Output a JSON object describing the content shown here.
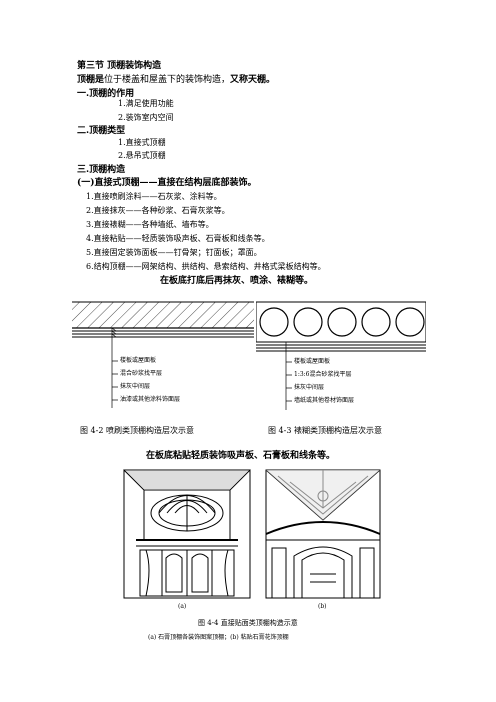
{
  "section_title": "第三节  顶棚装饰构造",
  "definition": {
    "term": "顶棚是",
    "text": "位于楼盖和屋盖下的装饰构造，",
    "alias": "又称天棚。"
  },
  "part1": {
    "heading": "一.顶棚的作用",
    "items": [
      "1.满足使用功能",
      "2.装饰室内空间"
    ]
  },
  "part2": {
    "heading": "二.顶棚类型",
    "items": [
      "1.直接式顶棚",
      "2.悬吊式顶棚"
    ]
  },
  "part3": {
    "heading": "三.顶棚构造",
    "sub_heading": "(一)直接式顶棚——直接在结构层底部装饰。",
    "items": [
      "1.直接喷刷涂料——石灰浆、涂料等。",
      "2.直接抹灰——各种砂浆、石膏灰浆等。",
      "3.直接裱糊——各种墙纸、墙布等。",
      "4.直接粘贴——轻质装饰吸声板、石膏板和线条等。",
      "5.直接固定装饰面板——钉骨架；钉面板；罩面。",
      "6.结构顶棚——网架结构、拱结构、悬索结构、井格式梁板结构等。"
    ],
    "note1": "在板底打底后再抹灰、喷涂、裱糊等。",
    "note2": "在板底粘贴轻质装饰吸声板、石膏板和线条等。"
  },
  "figure_4_2": {
    "caption": "图 4-2  喷刷类顶棚构造层次示意",
    "labels": [
      "楼板或屋面板",
      "混合砂浆找平层",
      "抹灰中间层",
      "油漆或其他涂料饰面层"
    ]
  },
  "figure_4_3": {
    "caption": "图 4-3  裱糊类顶棚构造层次示意",
    "labels": [
      "楼板或屋面板",
      "1:3:6混合砂浆找平层",
      "抹灰中间层",
      "墙纸或其他卷材饰面层"
    ]
  },
  "figure_4_4": {
    "sub_a": "(a)",
    "sub_b": "(b)",
    "caption": "图 4-4  直接贴面类顶棚构造示意",
    "subcaption": "(a) 石膏顶棚各装饰图案顶棚；(b) 粘贴石膏花饰顶棚"
  }
}
